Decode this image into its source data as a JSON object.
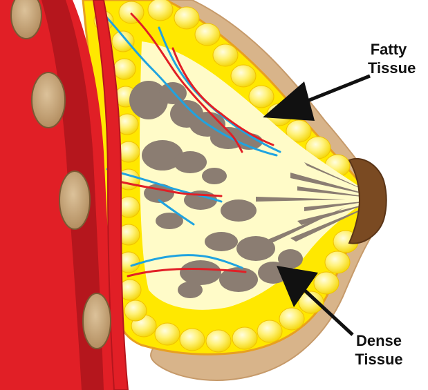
{
  "labels": {
    "fatty_line1": "Fatty",
    "fatty_line2": "Tissue",
    "dense_line1": "Dense",
    "dense_line2": "Tissue"
  },
  "colors": {
    "skin": "#d8b48a",
    "skin_outline": "#c69a6a",
    "muscle": "#e11f26",
    "muscle_dark": "#b5161d",
    "rib": "#c9a77a",
    "fat": "#ffe800",
    "fat_light": "#fff6a0",
    "breast_interior": "#fffbc8",
    "dense": "#8b7d72",
    "nipple": "#7a4a22",
    "vein": "#1fa3e0",
    "artery": "#e11f26",
    "arrow": "#111111"
  }
}
